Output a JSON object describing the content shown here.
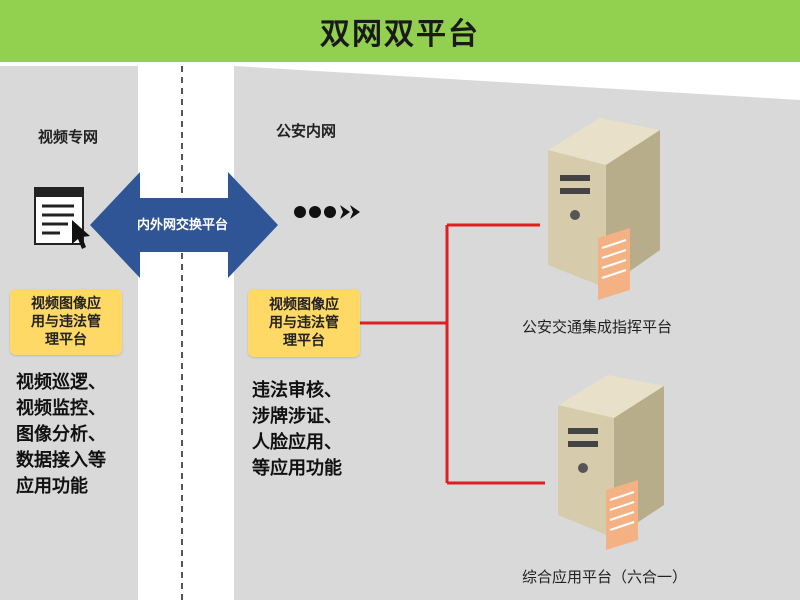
{
  "header": {
    "title": "双网双平台"
  },
  "zones": {
    "left_label": "视频专网",
    "right_label": "公安内网"
  },
  "exchange": {
    "label": "内外网交换平台"
  },
  "left_platform": {
    "box_label": "视频图像应\n用与违法管\n理平台",
    "functions": "视频巡逻、\n视频监控、\n图像分析、\n数据接入等\n应用功能"
  },
  "right_platform": {
    "box_label": "视频图像应\n用与违法管\n理平台",
    "functions": "违法审核、\n涉牌涉证、\n人脸应用、\n等应用功能"
  },
  "servers": [
    {
      "label": "公安交通集成指挥平台"
    },
    {
      "label": "综合应用平台（六合一）"
    }
  ],
  "colors": {
    "header_bg": "#92d050",
    "panel_bg": "#d9d9d9",
    "arrow": "#2f5597",
    "box_bg": "#ffd966",
    "connector": "#e02020"
  }
}
